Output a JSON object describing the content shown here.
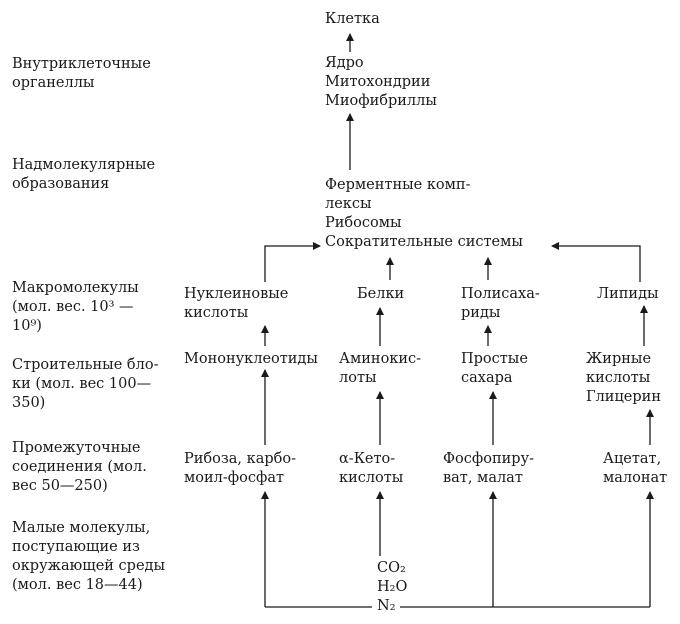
{
  "levels": {
    "organelles": "Внутриклеточные\nорганеллы",
    "supramolecular": "Надмолекулярные\nобразования",
    "macromolecules": "Макромолекулы\n(мол. вес. 10³ —\n10⁹)",
    "building_blocks": "Строительные бло-\nки (мол. вес 100—\n350)",
    "intermediates": "Промежуточные\nсоединения (мол.\nвес 50—250)",
    "small_molecules": "Малые молекулы,\nпоступающие из\nокружающей среды\n(мол. вес 18—44)"
  },
  "nodes": {
    "cell": "Клетка",
    "organelle_list": "Ядро\nМитохондрии\nМиофибриллы",
    "complexes": "Ферментные комп-\nлексы\nРибосомы\nСократительные системы",
    "nucleic_acids": "Нуклеиновые\nкислоты",
    "proteins": "Белки",
    "polysaccharides": "Полисаха-\nриды",
    "lipids": "Липиды",
    "mononucleotides": "Мононуклеотиды",
    "amino_acids": "Аминокис-\nлоты",
    "simple_sugars": "Простые\nсахара",
    "fatty_acids": "Жирные\nкислоты\nГлицерин",
    "ribose": "Рибоза, карбо-\nмоил-фосфат",
    "keto_acids": "α-Кето-\nкислоты",
    "phosphopyruvate": "Фосфопиру-\nват, малат",
    "acetate": "Ацетат,\nмалонат",
    "co2": "CO₂",
    "h2o": "H₂O",
    "n2": "N₂"
  }
}
